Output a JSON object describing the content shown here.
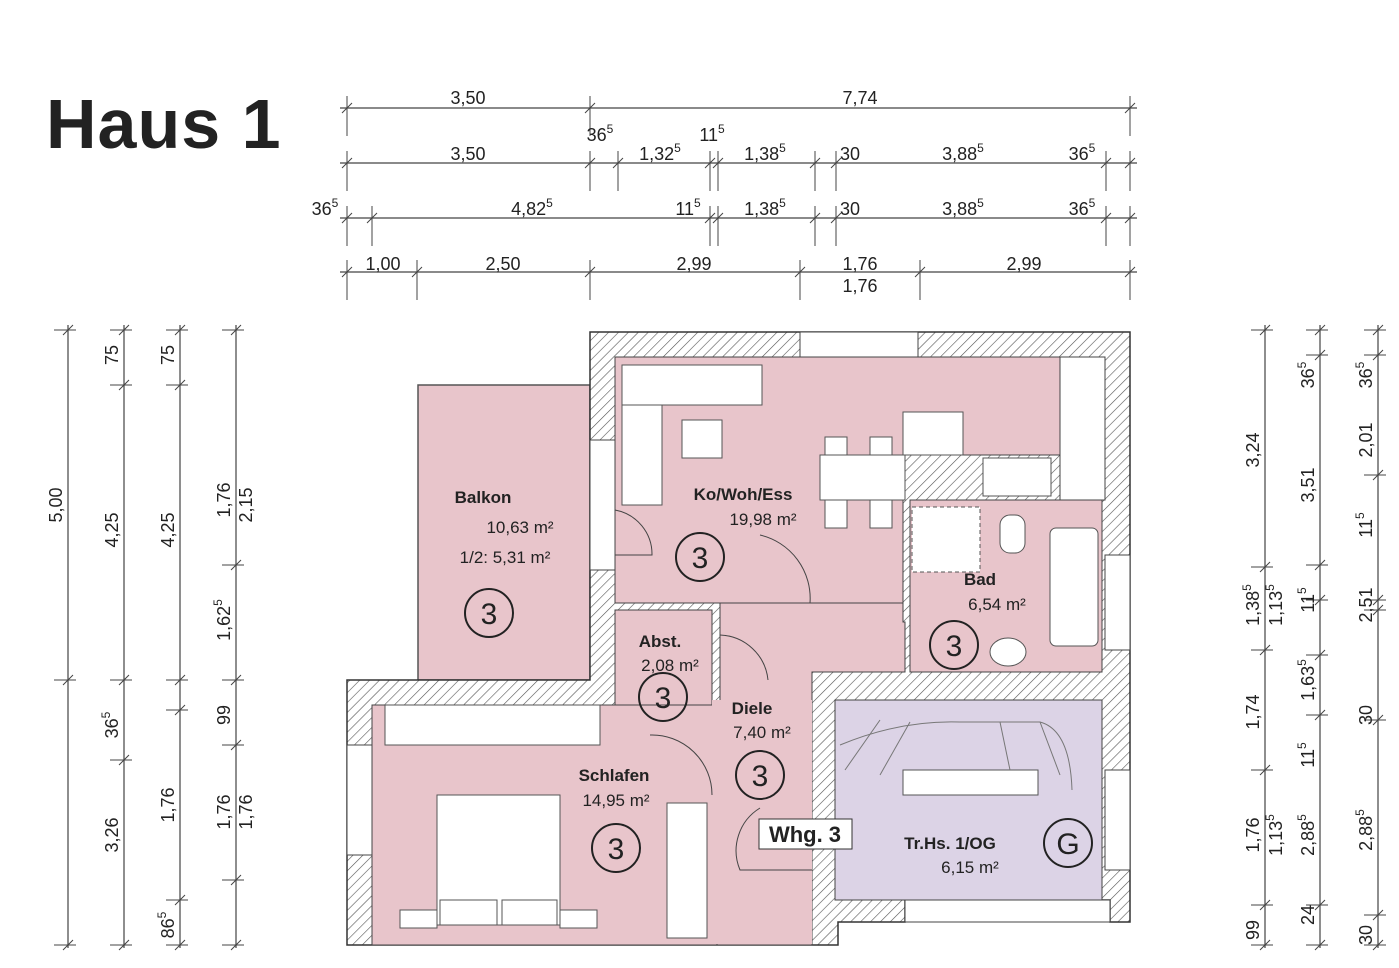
{
  "title": "Haus 1",
  "colors": {
    "room": "#e8c5cb",
    "stair": "#dcd3e6",
    "wall_hatch": "#555555"
  },
  "dims": {
    "top": [
      [
        {
          "v": "3,50"
        },
        {
          "v": "7,74"
        }
      ],
      [
        {
          "v": "3,50"
        },
        {
          "v": "36",
          "s": "5"
        },
        {
          "v": "1,32",
          "s": "5"
        },
        {
          "v": "11",
          "s": "5"
        },
        {
          "v": "1,38",
          "s": "5"
        },
        {
          "v": "30"
        },
        {
          "v": "3,88",
          "s": "5"
        },
        {
          "v": "36",
          "s": "5"
        }
      ],
      [
        {
          "v": "36",
          "s": "5"
        },
        {
          "v": "4,82",
          "s": "5"
        },
        {
          "v": "11",
          "s": "5"
        },
        {
          "v": "1,38",
          "s": "5"
        },
        {
          "v": "30"
        },
        {
          "v": "3,88",
          "s": "5"
        },
        {
          "v": "36",
          "s": "5"
        }
      ],
      [
        {
          "v": "1,00"
        },
        {
          "v": "2,50"
        },
        {
          "v": "2,99"
        },
        {
          "v": "1,76"
        },
        {
          "v": "1,76"
        },
        {
          "v": "2,99"
        }
      ]
    ],
    "left": [
      [
        {
          "v": "5,00"
        }
      ],
      [
        {
          "v": "75"
        },
        {
          "v": "4,25"
        },
        {
          "v": "36",
          "s": "5"
        },
        {
          "v": "3,26"
        }
      ],
      [
        {
          "v": "75"
        },
        {
          "v": "4,25"
        },
        {
          "v": "1,76"
        },
        {
          "v": "86",
          "s": "5"
        }
      ],
      [
        {
          "v": "1,76"
        },
        {
          "v": "2,15"
        },
        {
          "v": "1,62",
          "s": "5"
        },
        {
          "v": "99"
        },
        {
          "v": "1,76"
        },
        {
          "v": "1,76"
        }
      ]
    ],
    "right": [
      [
        {
          "v": "3,24"
        },
        {
          "v": "1,38",
          "s": "5"
        },
        {
          "v": "1,13",
          "s": "5"
        },
        {
          "v": "1,74"
        },
        {
          "v": "1,76"
        },
        {
          "v": "1,13",
          "s": "5"
        },
        {
          "v": "99"
        }
      ],
      [
        {
          "v": "36",
          "s": "5"
        },
        {
          "v": "3,51"
        },
        {
          "v": "11",
          "s": "5"
        },
        {
          "v": "1,63",
          "s": "5"
        },
        {
          "v": "11",
          "s": "5"
        },
        {
          "v": "2,88",
          "s": "5"
        },
        {
          "v": "24"
        }
      ],
      [
        {
          "v": "36",
          "s": "5"
        },
        {
          "v": "2,01"
        },
        {
          "v": "11",
          "s": "5"
        },
        {
          "v": "2,51"
        },
        {
          "v": "30"
        },
        {
          "v": "2,88",
          "s": "5"
        },
        {
          "v": "30"
        }
      ]
    ]
  },
  "rooms": {
    "balkon": {
      "name": "Balkon",
      "area": "10,63 m²",
      "half": "1/2: 5,31 m²",
      "unit": "3"
    },
    "kowohess": {
      "name": "Ko/Woh/Ess",
      "area": "19,98 m²",
      "unit": "3"
    },
    "abst": {
      "name": "Abst.",
      "area": "2,08 m²",
      "unit": "3"
    },
    "diele": {
      "name": "Diele",
      "area": "7,40 m²",
      "unit": "3"
    },
    "schlafen": {
      "name": "Schlafen",
      "area": "14,95 m²",
      "unit": "3"
    },
    "bad": {
      "name": "Bad",
      "area": "6,54 m²",
      "unit": "3"
    },
    "treppenhaus": {
      "name": "Tr.Hs. 1/OG",
      "area": "6,15 m²",
      "unit": "G"
    }
  },
  "apartment_label": "Whg. 3"
}
